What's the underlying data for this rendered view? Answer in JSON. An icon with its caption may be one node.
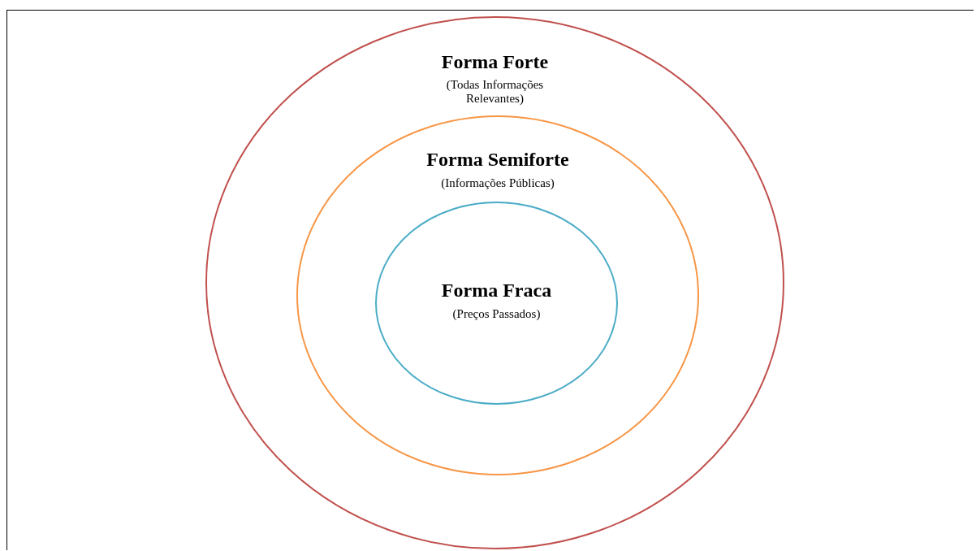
{
  "diagram": {
    "nodes": [
      {
        "text": [
          "Forma Forte",
          "(Todas Informações Relevantes)"
        ]
      },
      {
        "text": [
          "Forma Semiforte",
          "(Informações Públicas)"
        ],
        "in": 0
      },
      {
        "text": [
          "Forma Fraca",
          "(Preços Passados)"
        ],
        "in": 1
      }
    ]
  }
}
